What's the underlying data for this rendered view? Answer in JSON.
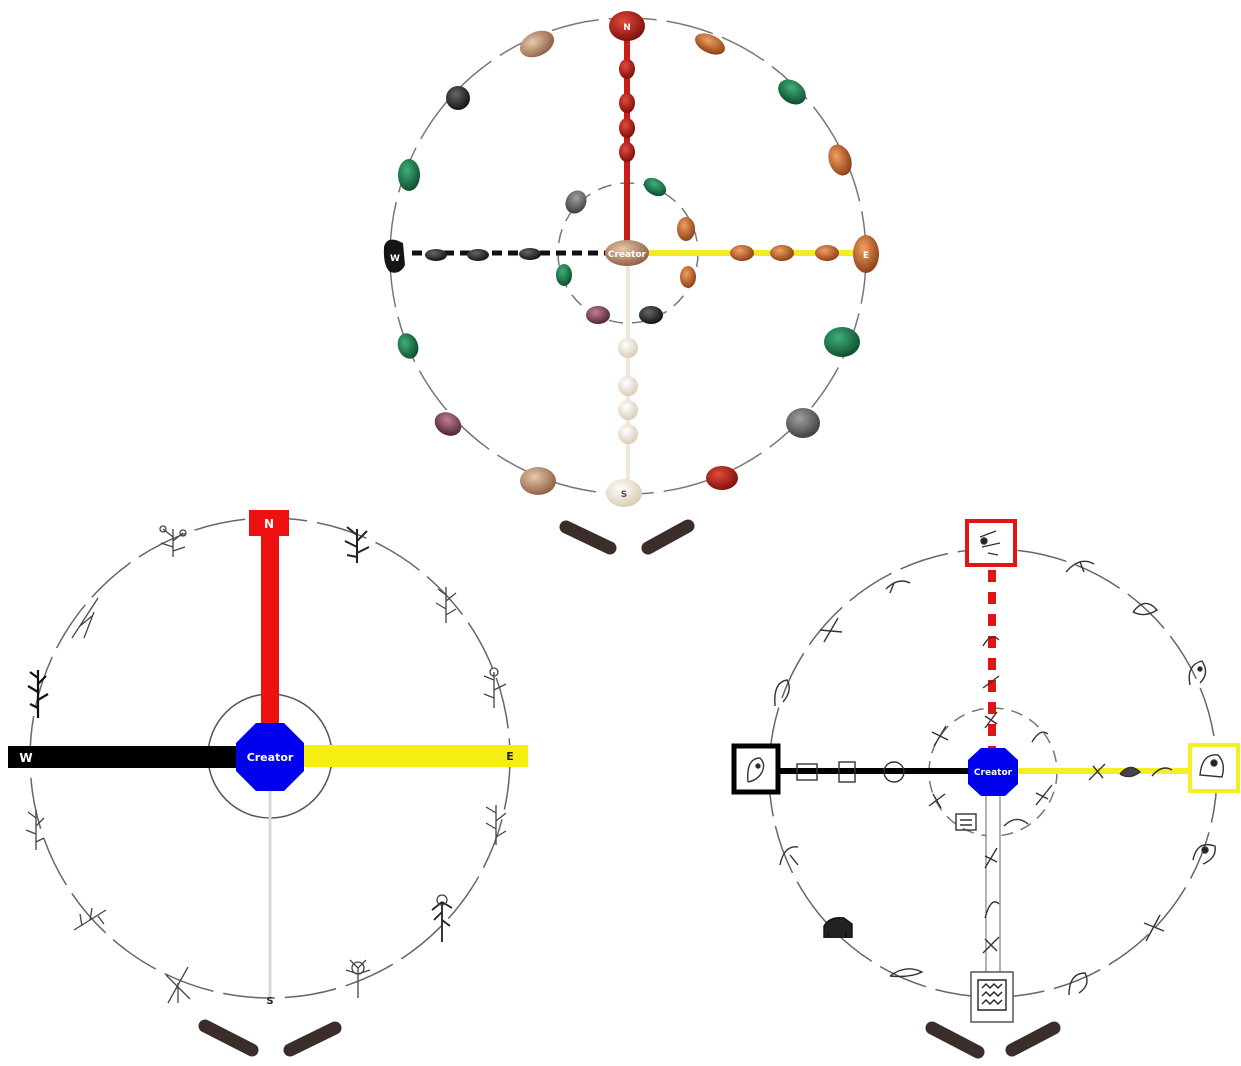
{
  "stone_wheel": {
    "north_label": "N",
    "east_label": "E",
    "west_label": "W",
    "south_label": "S",
    "center_label": "Creator",
    "colors": {
      "north": "#cc1b1b",
      "east": "#f2ea2a",
      "west": "#111111",
      "south": "#f4ede3",
      "stone_north": "#b3140f",
      "stone_east": "#c2561c"
    }
  },
  "plant_wheel": {
    "north_label": "N",
    "east_label": "E",
    "west_label": "W",
    "south_label": "S",
    "center_label": "Creator",
    "colors": {
      "north": "#ee1111",
      "east": "#f5ee10",
      "west": "#000000",
      "south": "#d8d8d8",
      "center": "#0000ee"
    }
  },
  "animal_wheel": {
    "center_label": "Creator",
    "colors": {
      "north": "#e01515",
      "east": "#f2f022",
      "west": "#000000",
      "south": "#ffffff",
      "center": "#0000ee"
    }
  }
}
